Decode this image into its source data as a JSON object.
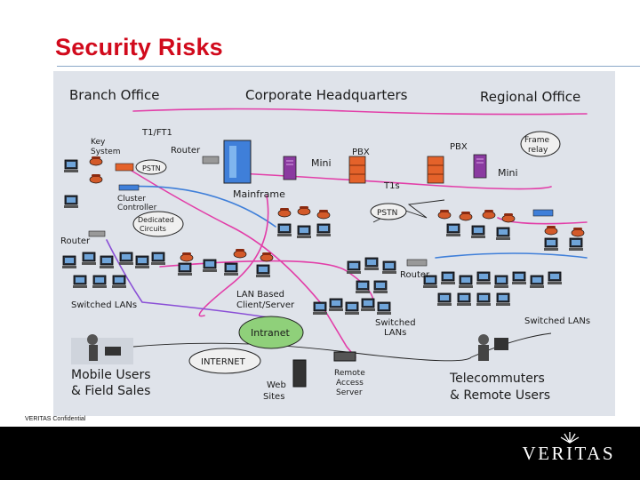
{
  "slide": {
    "title": "Security Risks",
    "confidential": "VERITAS Confidential",
    "logo": "VERITAS"
  },
  "colors": {
    "title": "#d10a1c",
    "pink_wire": "#e23ea8",
    "blue_wire": "#3f7fd9",
    "violet_wire": "#8a4fd6",
    "diagram_bg": "#dfe3ea",
    "footer": "#000000"
  },
  "diagram": {
    "regions": {
      "branch": "Branch Office",
      "hq": "Corporate Headquarters",
      "regional": "Regional Office"
    },
    "labels": {
      "t1": "T1/FT1",
      "key_system_1": "Key",
      "key_system_2": "System",
      "pstn_branch": "PSTN",
      "router_hq": "Router",
      "cluster_1": "Cluster",
      "cluster_2": "Controller",
      "dedicated_1": "Dedicated",
      "dedicated_2": "Circuits",
      "router_branch": "Router",
      "mini_hq": "Mini",
      "mainframe": "Mainframe",
      "pbx_hq": "PBX",
      "pbx_regional": "PBX",
      "t1s": "T1s",
      "frame_1": "Frame",
      "frame_2": "relay",
      "mini_regional": "Mini",
      "pstn_center": "PSTN",
      "router_center": "Router",
      "lan_1": "LAN Based",
      "lan_2": "Client/Server",
      "switched_branch": "Switched LANs",
      "switched_center_1": "Switched",
      "switched_center_2": "LANs",
      "switched_regional": "Switched LANs",
      "intranet": "Intranet",
      "internet": "INTERNET",
      "mobile_1": "Mobile Users",
      "mobile_2": "& Field Sales",
      "web_1": "Web",
      "web_2": "Sites",
      "remote_1": "Remote",
      "remote_2": "Access",
      "remote_3": "Server",
      "tele_1": "Telecommuters",
      "tele_2": "& Remote Users"
    }
  }
}
